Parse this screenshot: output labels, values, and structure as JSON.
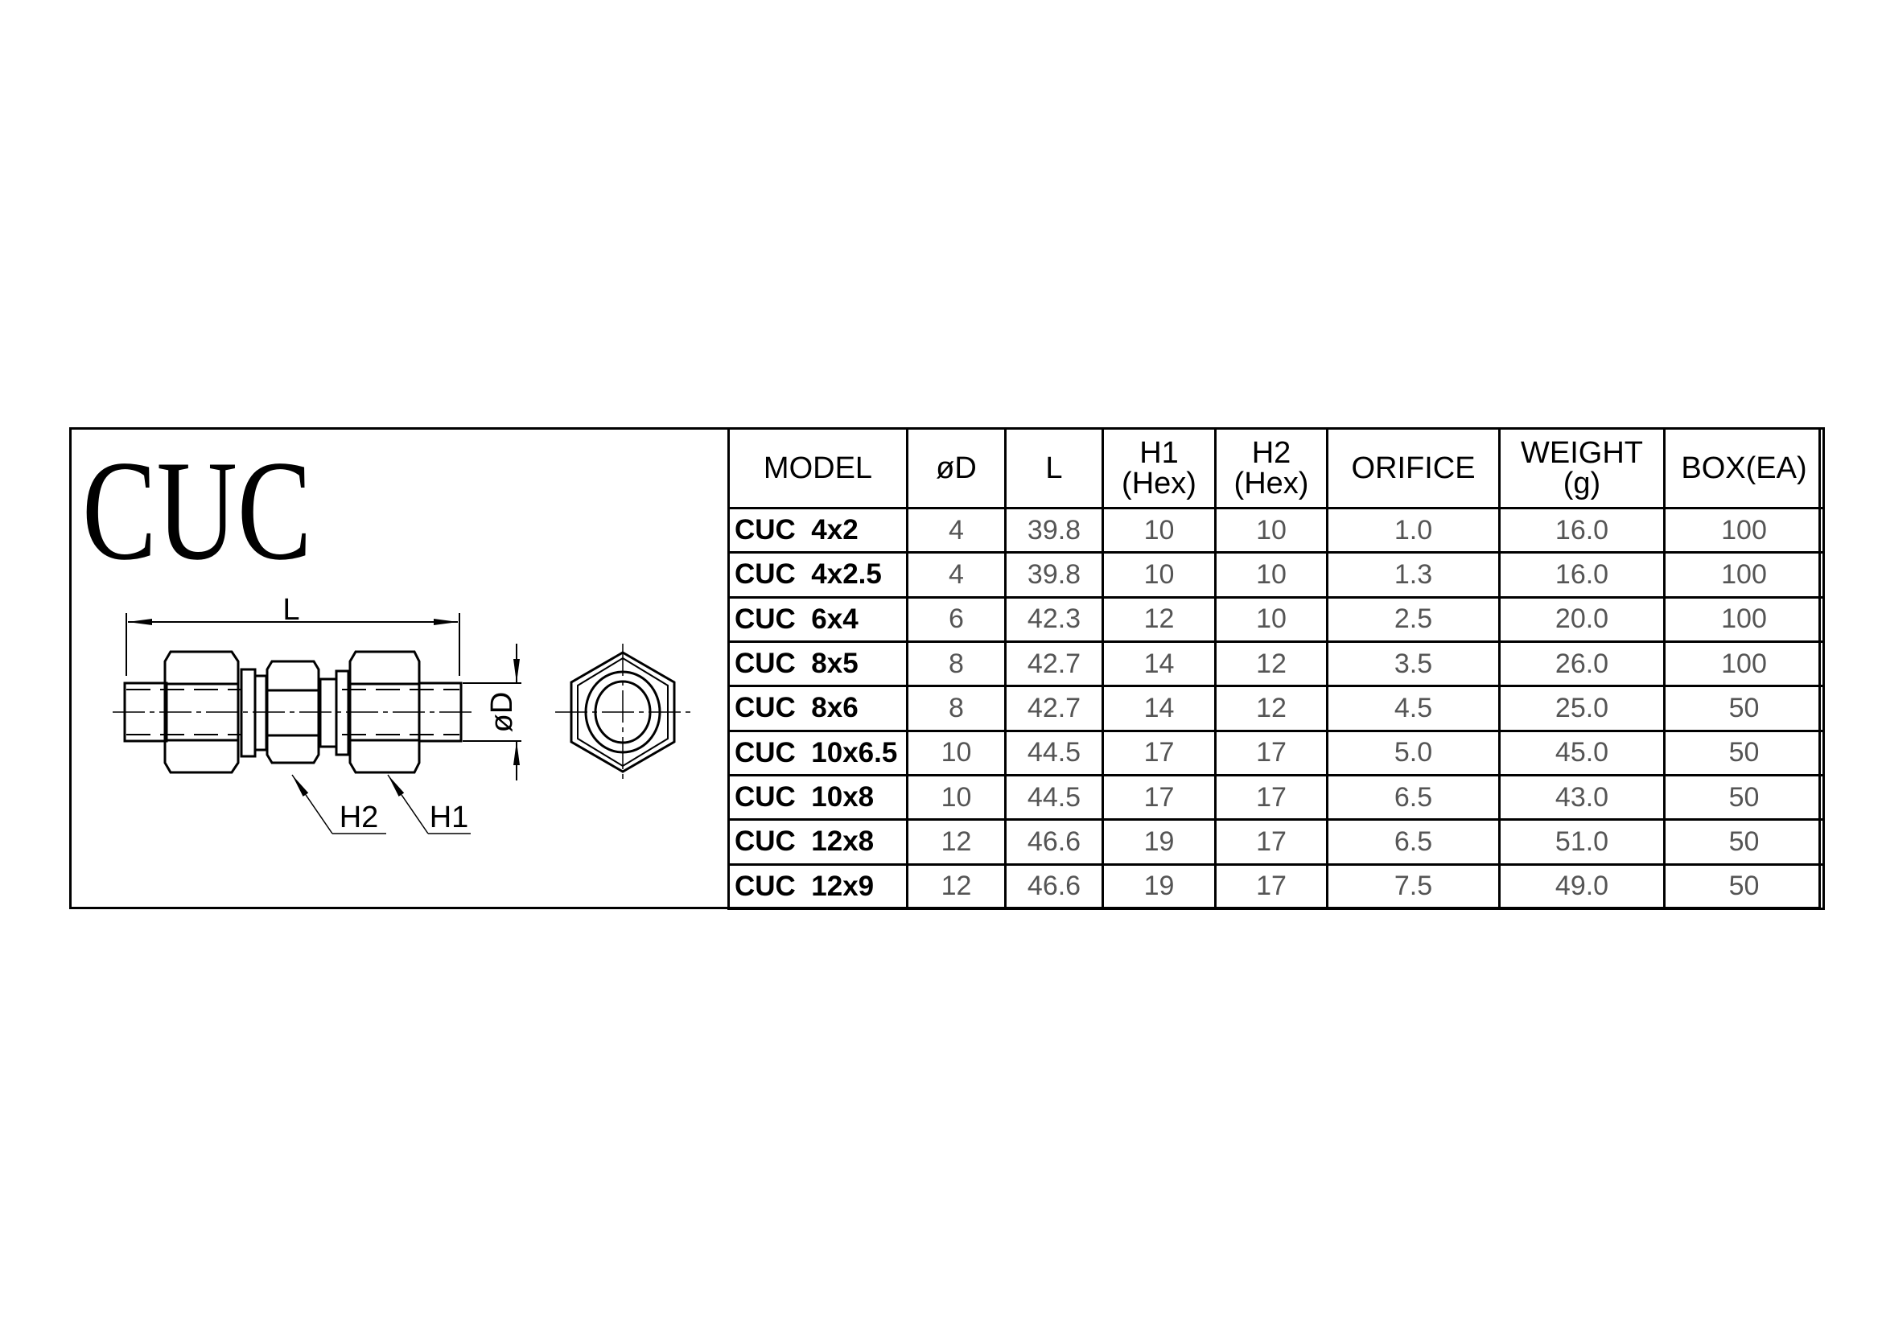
{
  "title": "CUC",
  "drawing": {
    "dimension_L": "L",
    "dimension_D": "øD",
    "label_H1": "H1",
    "label_H2": "H2"
  },
  "table": {
    "headers": [
      "MODEL",
      "øD",
      "L",
      "H1\n(Hex)",
      "H2\n(Hex)",
      "ORIFICE",
      "WEIGHT\n(g)",
      "BOX(EA)"
    ],
    "rows": [
      [
        "CUC  4x2",
        "4",
        "39.8",
        "10",
        "10",
        "1.0",
        "16.0",
        "100"
      ],
      [
        "CUC  4x2.5",
        "4",
        "39.8",
        "10",
        "10",
        "1.3",
        "16.0",
        "100"
      ],
      [
        "CUC  6x4",
        "6",
        "42.3",
        "12",
        "10",
        "2.5",
        "20.0",
        "100"
      ],
      [
        "CUC  8x5",
        "8",
        "42.7",
        "14",
        "12",
        "3.5",
        "26.0",
        "100"
      ],
      [
        "CUC  8x6",
        "8",
        "42.7",
        "14",
        "12",
        "4.5",
        "25.0",
        "50"
      ],
      [
        "CUC  10x6.5",
        "10",
        "44.5",
        "17",
        "17",
        "5.0",
        "45.0",
        "50"
      ],
      [
        "CUC  10x8",
        "10",
        "44.5",
        "17",
        "17",
        "6.5",
        "43.0",
        "50"
      ],
      [
        "CUC  12x8",
        "12",
        "46.6",
        "19",
        "17",
        "6.5",
        "51.0",
        "50"
      ],
      [
        "CUC  12x9",
        "12",
        "46.6",
        "19",
        "17",
        "7.5",
        "49.0",
        "50"
      ]
    ]
  }
}
